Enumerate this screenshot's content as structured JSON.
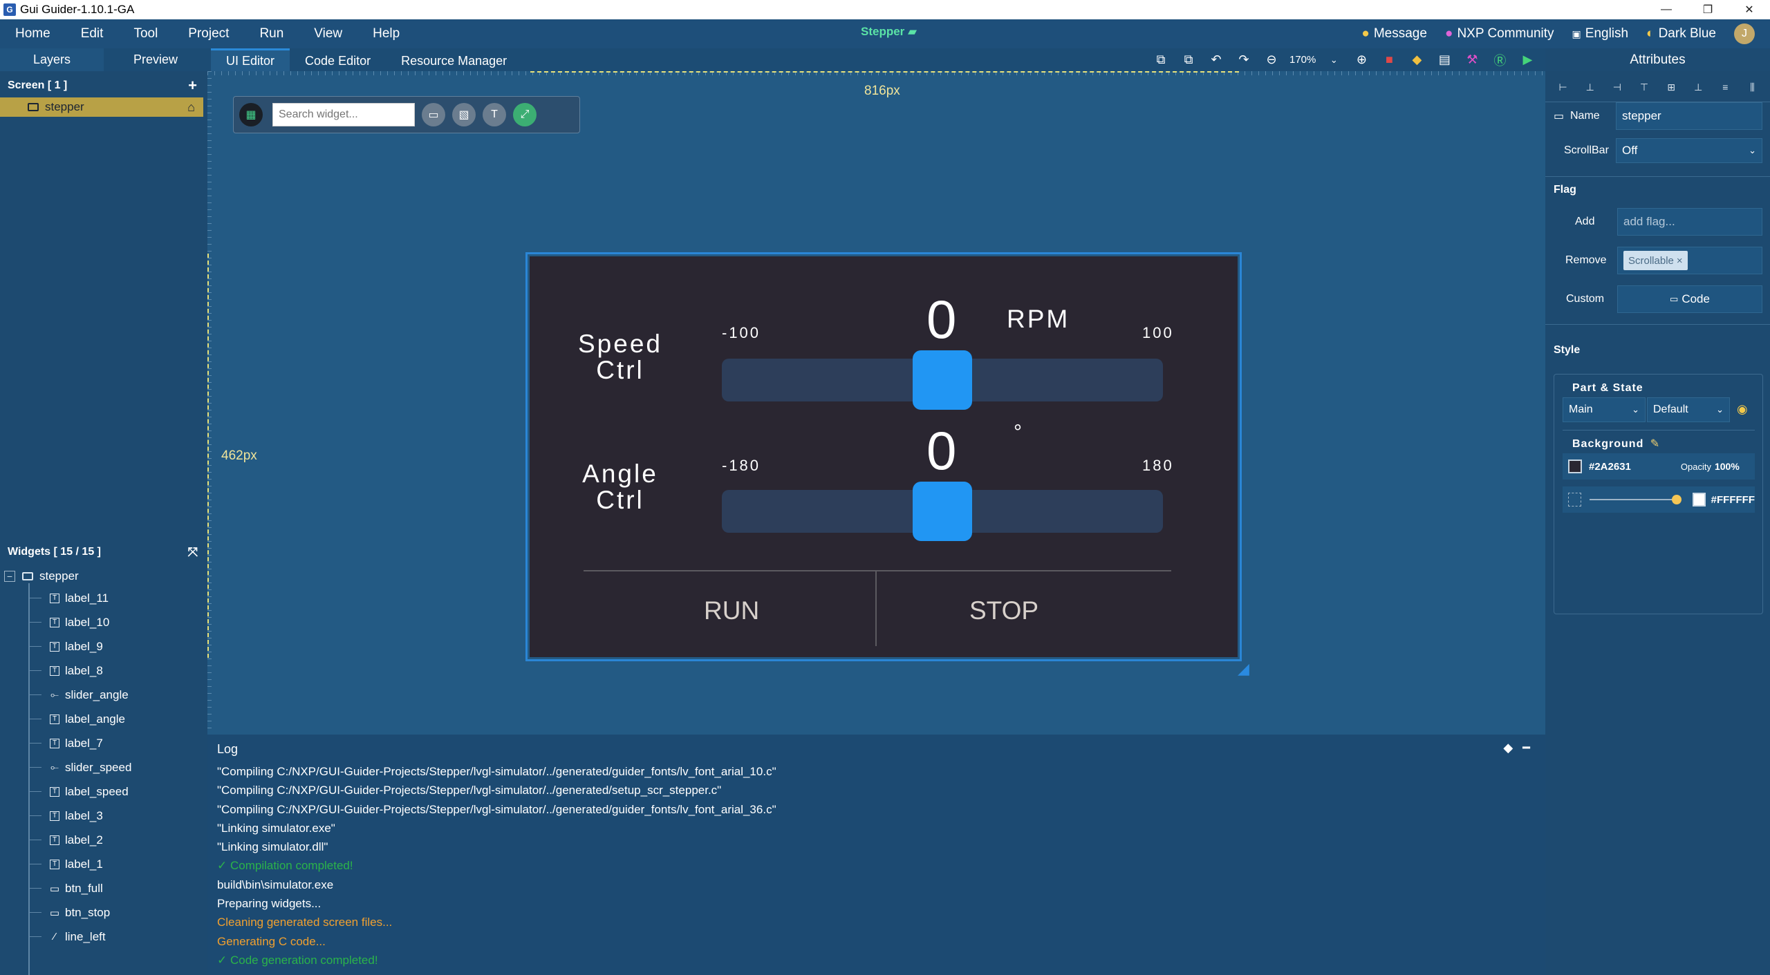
{
  "window": {
    "title": "Gui Guider-1.10.1-GA",
    "controls": [
      "—",
      "❐",
      "✕"
    ]
  },
  "menu": {
    "items": [
      "Home",
      "Edit",
      "Tool",
      "Project",
      "Run",
      "View",
      "Help"
    ],
    "project_title": "Stepper",
    "message": "Message",
    "community": "NXP Community",
    "language": "English",
    "theme": "Dark Blue",
    "avatar": "J"
  },
  "tabs": {
    "left": [
      "Layers",
      "Preview"
    ],
    "editor": [
      "UI Editor",
      "Code Editor",
      "Resource Manager"
    ],
    "zoom": "170%",
    "attributes_title": "Attributes"
  },
  "layers": {
    "screen_header": "Screen [ 1 ]",
    "screen_name": "stepper",
    "widgets_header": "Widgets [ 15 / 15 ]",
    "root": "stepper",
    "widgets": [
      {
        "name": "label_11",
        "icon": "T"
      },
      {
        "name": "label_10",
        "icon": "T"
      },
      {
        "name": "label_9",
        "icon": "T"
      },
      {
        "name": "label_8",
        "icon": "T"
      },
      {
        "name": "slider_angle",
        "icon": "slider"
      },
      {
        "name": "label_angle",
        "icon": "T"
      },
      {
        "name": "label_7",
        "icon": "T"
      },
      {
        "name": "slider_speed",
        "icon": "slider"
      },
      {
        "name": "label_speed",
        "icon": "T"
      },
      {
        "name": "label_3",
        "icon": "T"
      },
      {
        "name": "label_2",
        "icon": "T"
      },
      {
        "name": "label_1",
        "icon": "T"
      },
      {
        "name": "btn_full",
        "icon": "button"
      },
      {
        "name": "btn_stop",
        "icon": "button"
      },
      {
        "name": "line_left",
        "icon": "line"
      }
    ]
  },
  "canvas": {
    "width_label": "816px",
    "height_label": "462px",
    "search_placeholder": "Search widget..."
  },
  "screen": {
    "speed_title": "Speed\nCtrl",
    "speed_value": "0",
    "speed_unit": "RPM",
    "speed_min": "-100",
    "speed_max": "100",
    "speed_level": 0.5,
    "angle_title": "Angle\nCtrl",
    "angle_value": "0",
    "angle_unit": "°",
    "angle_min": "-180",
    "angle_max": "180",
    "angle_level": 0.5,
    "run_label": "RUN",
    "stop_label": "STOP",
    "background_color": "#2A2631",
    "accent_color": "#2196F3"
  },
  "log": {
    "title": "Log",
    "lines": [
      {
        "text": "\"Compiling C:/NXP/GUI-Guider-Projects/Stepper/lvgl-simulator/../generated/guider_fonts/lv_font_arial_10.c\"",
        "color": "#ffffff"
      },
      {
        "text": "\"Compiling C:/NXP/GUI-Guider-Projects/Stepper/lvgl-simulator/../generated/setup_scr_stepper.c\"",
        "color": "#ffffff"
      },
      {
        "text": "\"Compiling C:/NXP/GUI-Guider-Projects/Stepper/lvgl-simulator/../generated/guider_fonts/lv_font_arial_36.c\"",
        "color": "#ffffff"
      },
      {
        "text": "\"Linking simulator.exe\"",
        "color": "#ffffff"
      },
      {
        "text": "\"Linking simulator.dll\"",
        "color": "#ffffff"
      },
      {
        "text": "✓ Compilation completed!",
        "color": "#2bb34a"
      },
      {
        "text": "build\\bin\\simulator.exe",
        "color": "#ffffff"
      },
      {
        "text": "Preparing widgets...",
        "color": "#ffffff"
      },
      {
        "text": "Cleaning generated screen files...",
        "color": "#f0a030"
      },
      {
        "text": "Generating C code...",
        "color": "#f0a030"
      },
      {
        "text": "✓ Code generation completed!",
        "color": "#2bb34a"
      }
    ]
  },
  "attributes": {
    "name_label": "Name",
    "name_value": "stepper",
    "scrollbar_label": "ScrollBar",
    "scrollbar_value": "Off",
    "flag_title": "Flag",
    "add_label": "Add",
    "add_placeholder": "add flag...",
    "remove_label": "Remove",
    "remove_chip": "Scrollable",
    "custom_label": "Custom",
    "code_button": "Code",
    "style_title": "Style",
    "part_state": "Part & State",
    "part_value": "Main",
    "state_value": "Default",
    "background_title": "Background",
    "bg_color": "#2A2631",
    "opacity_label": "Opacity",
    "opacity_value": "100%",
    "grad_color": "#FFFFFF"
  }
}
